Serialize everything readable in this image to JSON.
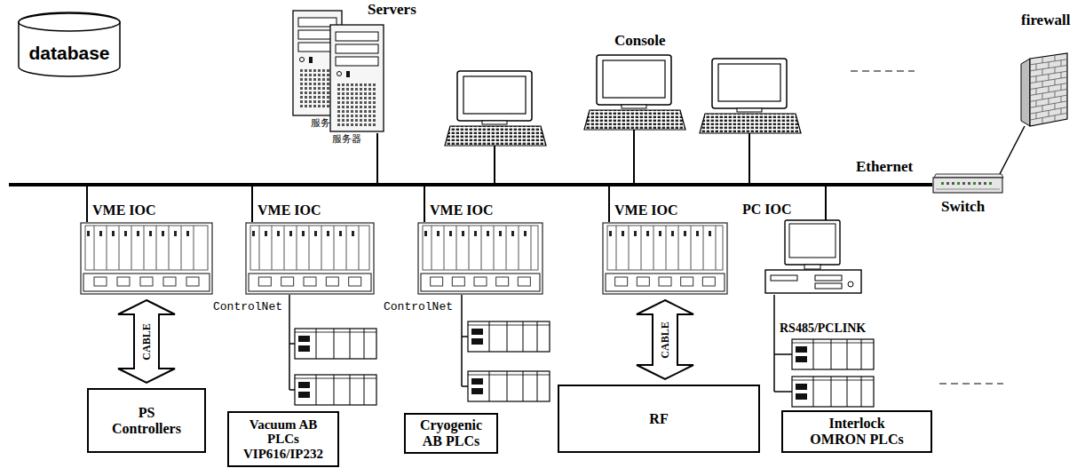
{
  "diagram": {
    "nodes": [
      {
        "text": [
          "database"
        ]
      },
      {
        "text": [
          "Servers",
          "服务",
          "服务器"
        ]
      },
      {
        "text": [
          "firewall"
        ]
      },
      {
        "text": [
          "Switch"
        ]
      },
      {
        "text": [
          "VME IOC"
        ]
      },
      {
        "text": [
          "VME IOC"
        ]
      },
      {
        "text": [
          "VME IOC"
        ]
      },
      {
        "text": [
          "VME IOC"
        ]
      },
      {
        "text": [
          "PC IOC"
        ]
      },
      {
        "text": [
          "PS Controllers"
        ]
      },
      {
        "text": [
          "Vacuum AB PLCs VIP616/IP232"
        ]
      },
      {
        "text": [
          "Cryogenic AB PLCs"
        ]
      },
      {
        "text": [
          "RF"
        ]
      },
      {
        "text": [
          "Interlock OMRON PLCs"
        ]
      }
    ],
    "edges": [
      {
        "from": 3,
        "to": 2,
        "arrow": "none"
      },
      {
        "from": 4,
        "to": 9,
        "label": "CABLE",
        "arrow": "both"
      },
      {
        "from": 7,
        "to": 12,
        "label": "CABLE",
        "arrow": "both"
      }
    ],
    "labels": [
      "Console",
      "Ethernet",
      "ControlNet",
      "ControlNet",
      "RS485/PCLINK"
    ]
  }
}
